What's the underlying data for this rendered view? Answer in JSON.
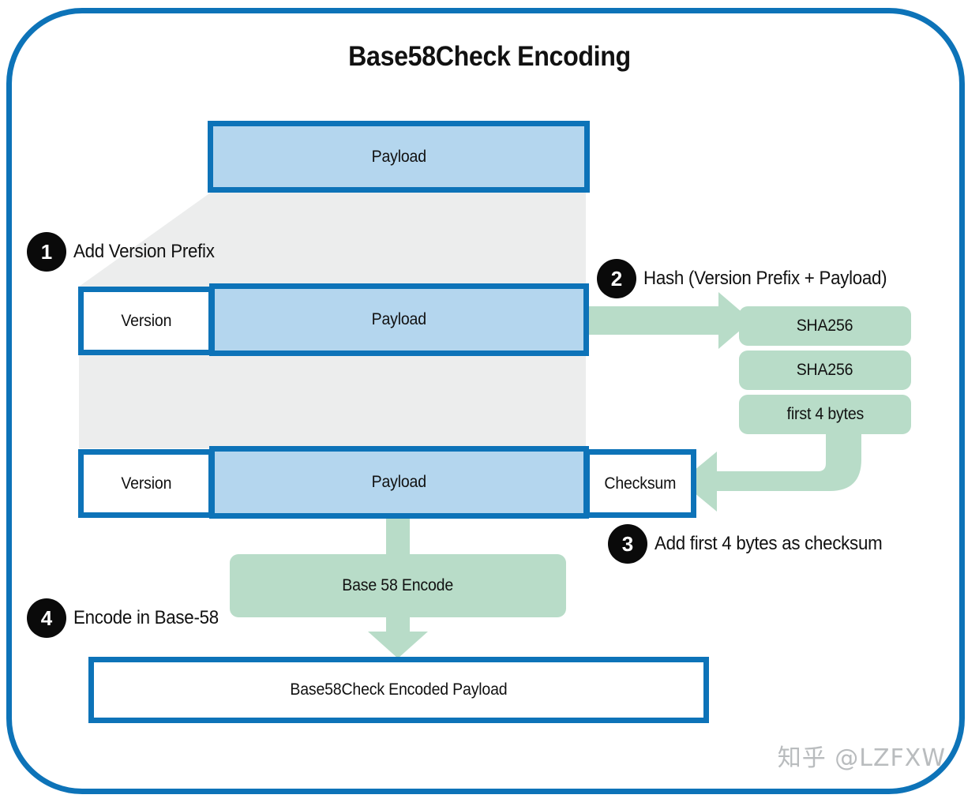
{
  "diagram": {
    "title": "Base58Check Encoding",
    "watermark": "知乎 @LZFXW",
    "colors": {
      "frame_blue": "#0d73b8",
      "box_border_blue": "#0d73b8",
      "payload_fill_blue": "#b4d6ee",
      "connector_gray": "#eceded",
      "arrow_green": "#b8dcc8",
      "badge_black": "#0a0a0a",
      "watermark_gray": "#b9bcbe"
    }
  },
  "steps": [
    {
      "number": "1",
      "label": "Add Version Prefix"
    },
    {
      "number": "2",
      "label": "Hash (Version Prefix + Payload)"
    },
    {
      "number": "3",
      "label": "Add first 4 bytes as checksum"
    },
    {
      "number": "4",
      "label": "Encode in Base-58"
    }
  ],
  "rows": {
    "row1": {
      "payload": "Payload"
    },
    "row2": {
      "version": "Version",
      "payload": "Payload"
    },
    "row3": {
      "version": "Version",
      "payload": "Payload",
      "checksum": "Checksum"
    }
  },
  "hash_chain": [
    {
      "label": "SHA256"
    },
    {
      "label": "SHA256"
    },
    {
      "label": "first 4 bytes"
    }
  ],
  "encode": {
    "operation": "Base 58 Encode",
    "output": "Base58Check Encoded Payload"
  }
}
